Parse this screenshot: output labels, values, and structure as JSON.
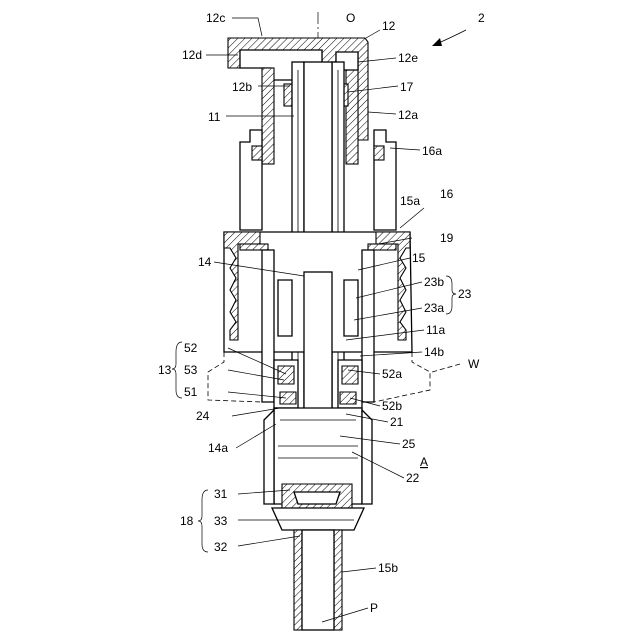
{
  "figure_number": "2",
  "labels": {
    "l12c": "12c",
    "lO": "O",
    "l12": "12",
    "l12d": "12d",
    "l12e": "12e",
    "l12b": "12b",
    "l17": "17",
    "l11": "11",
    "l12a": "12a",
    "l16a": "16a",
    "l16": "16",
    "l15a": "15a",
    "l19": "19",
    "l14": "14",
    "l15": "15",
    "l23b": "23b",
    "l23": "23",
    "l23a": "23a",
    "l11a": "11a",
    "l52": "52",
    "l14b": "14b",
    "lW": "W",
    "l13": "13",
    "l53": "53",
    "l52a": "52a",
    "l51": "51",
    "l52b": "52b",
    "l24": "24",
    "l21": "21",
    "l25": "25",
    "l14a": "14a",
    "lA": "A",
    "l22": "22",
    "l31": "31",
    "l18": "18",
    "l33": "33",
    "l32": "32",
    "l15b": "15b",
    "lP": "P"
  }
}
